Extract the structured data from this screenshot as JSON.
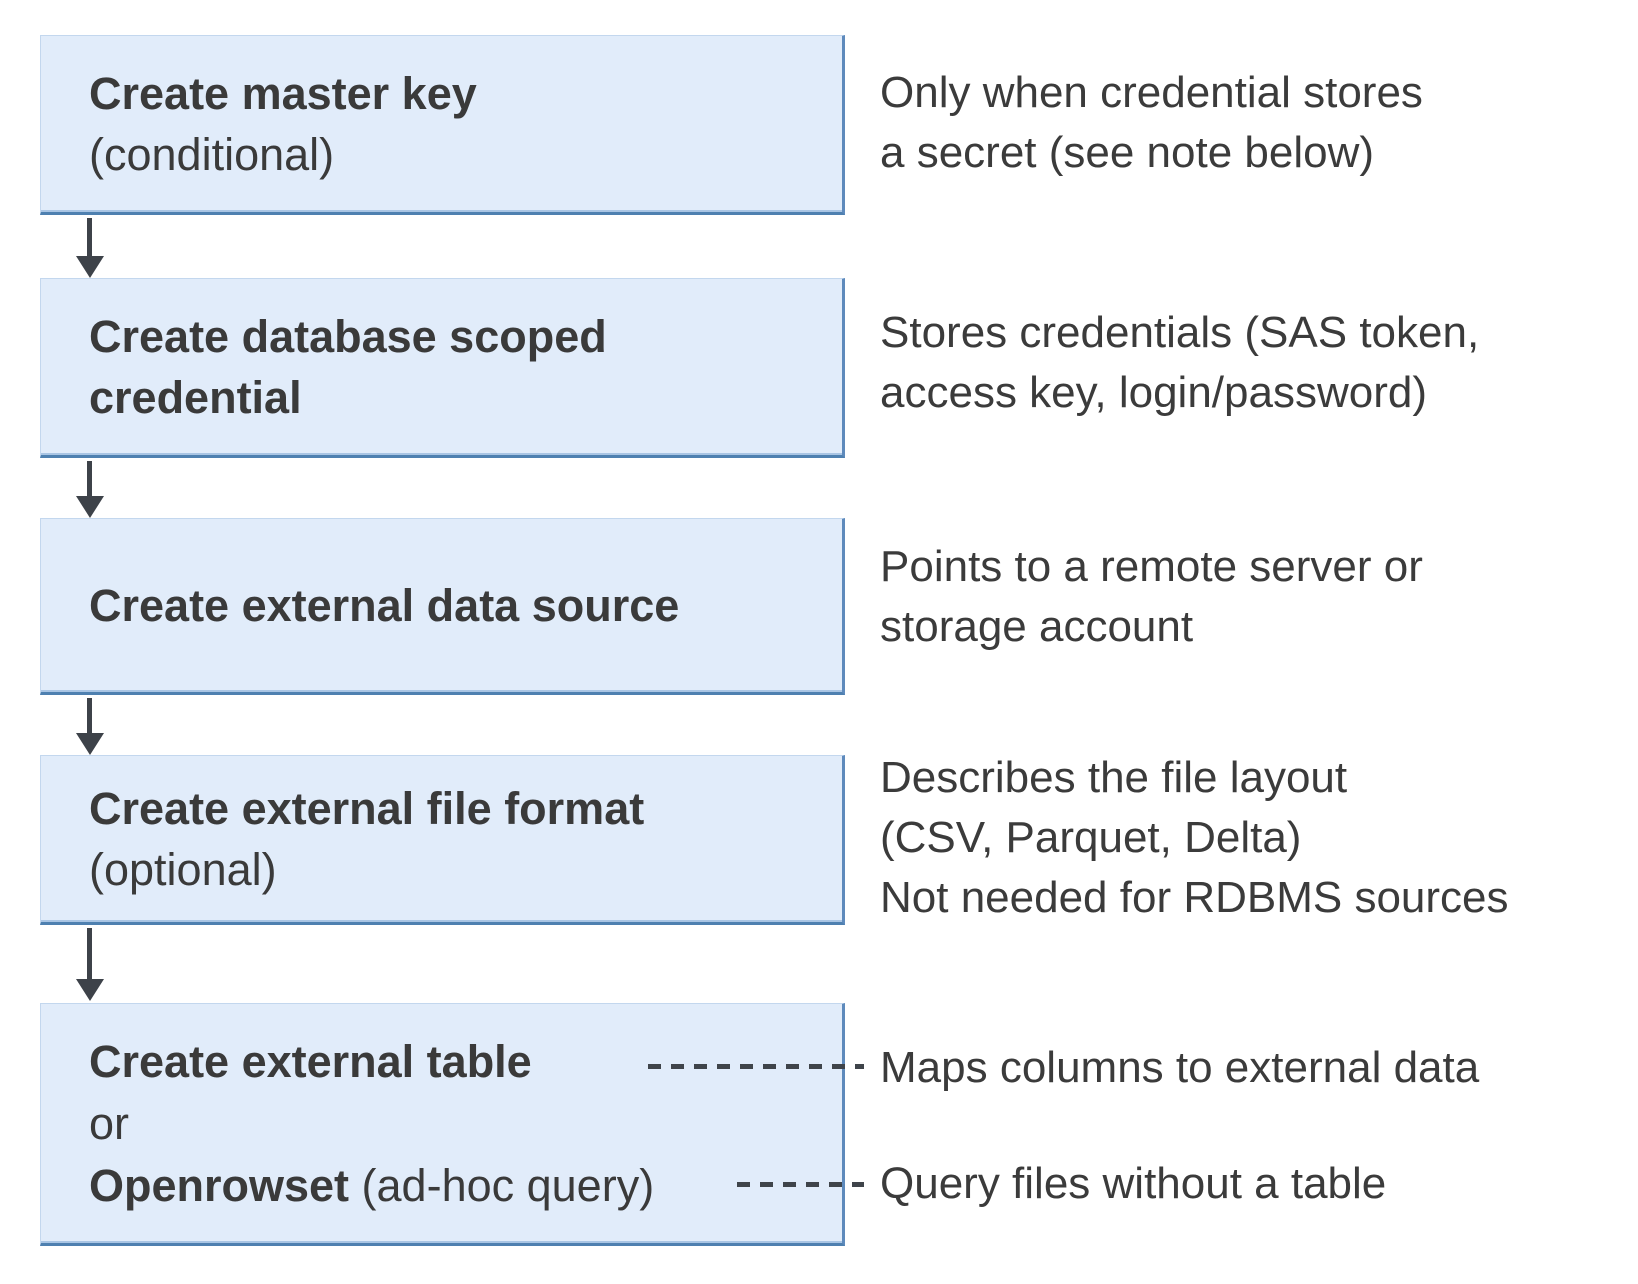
{
  "steps": [
    {
      "title": "Create master key",
      "subtitle": "(conditional)"
    },
    {
      "title": "Create database scoped credential",
      "subtitle": ""
    },
    {
      "title": "Create external data source",
      "subtitle": ""
    },
    {
      "title": "Create external file format",
      "subtitle": "(optional)"
    },
    {
      "line1": "Create external table",
      "line2": "or",
      "line3_bold": "Openrowset",
      "line3_rest": " (ad-hoc query)"
    }
  ],
  "annotations": [
    {
      "text": "Only when credential stores\na secret (see note below)"
    },
    {
      "text": "Stores credentials (SAS token,\naccess key, login/password)"
    },
    {
      "text": "Points to a remote server or\nstorage account"
    },
    {
      "text": "Describes the file layout\n(CSV, Parquet, Delta)\nNot needed for RDBMS sources"
    },
    {
      "text": "Maps columns to external data"
    },
    {
      "text": "Query files without a table"
    }
  ],
  "colors": {
    "box_fill": "#e1ecfa",
    "box_border_right": "#5e8abc",
    "box_border_bottom": "#4e80b0",
    "arrow": "#3d4249",
    "text": "#3a3a3a",
    "background": "#ffffff"
  }
}
